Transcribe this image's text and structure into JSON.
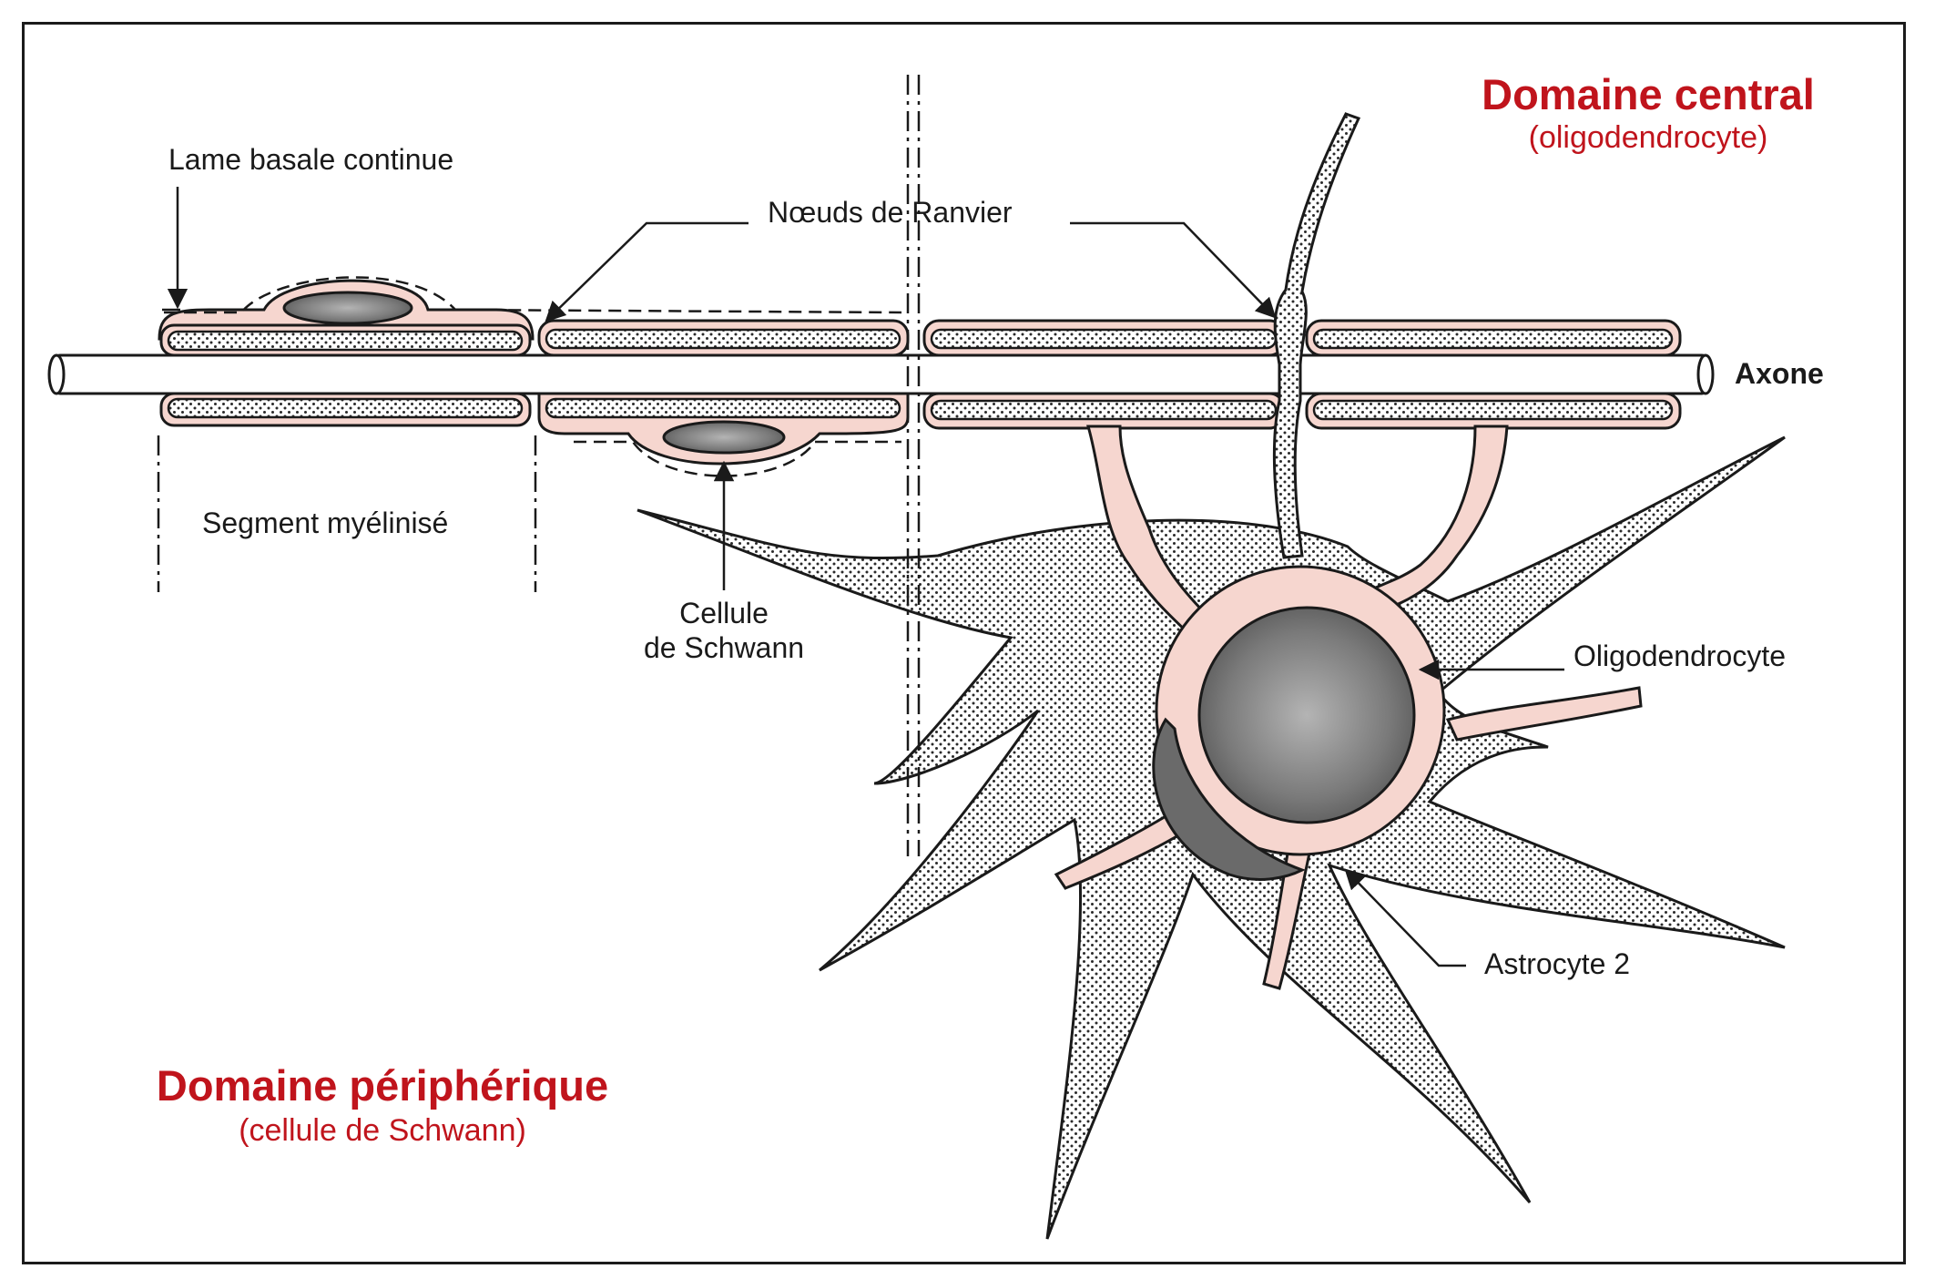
{
  "diagram": {
    "central_domain": {
      "title": "Domaine central",
      "subtitle": "(oligodendrocyte)"
    },
    "peripheral_domain": {
      "title": "Domaine périphérique",
      "subtitle": "(cellule de Schwann)"
    },
    "labels": {
      "lame_basale": "Lame basale continue",
      "noeuds": "Nœuds de Ranvier",
      "axone": "Axone",
      "segment": "Segment myélinisé",
      "cellule_line1": "Cellule",
      "cellule_line2": "de Schwann",
      "oligodendrocyte": "Oligodendrocyte",
      "astrocyte": "Astrocyte 2"
    },
    "colors": {
      "title_red": "#c0141c",
      "cytoplasm_pink": "#f6d6cf",
      "nucleus_gray": "#6e6e6e",
      "line": "#1a1a1a"
    }
  }
}
